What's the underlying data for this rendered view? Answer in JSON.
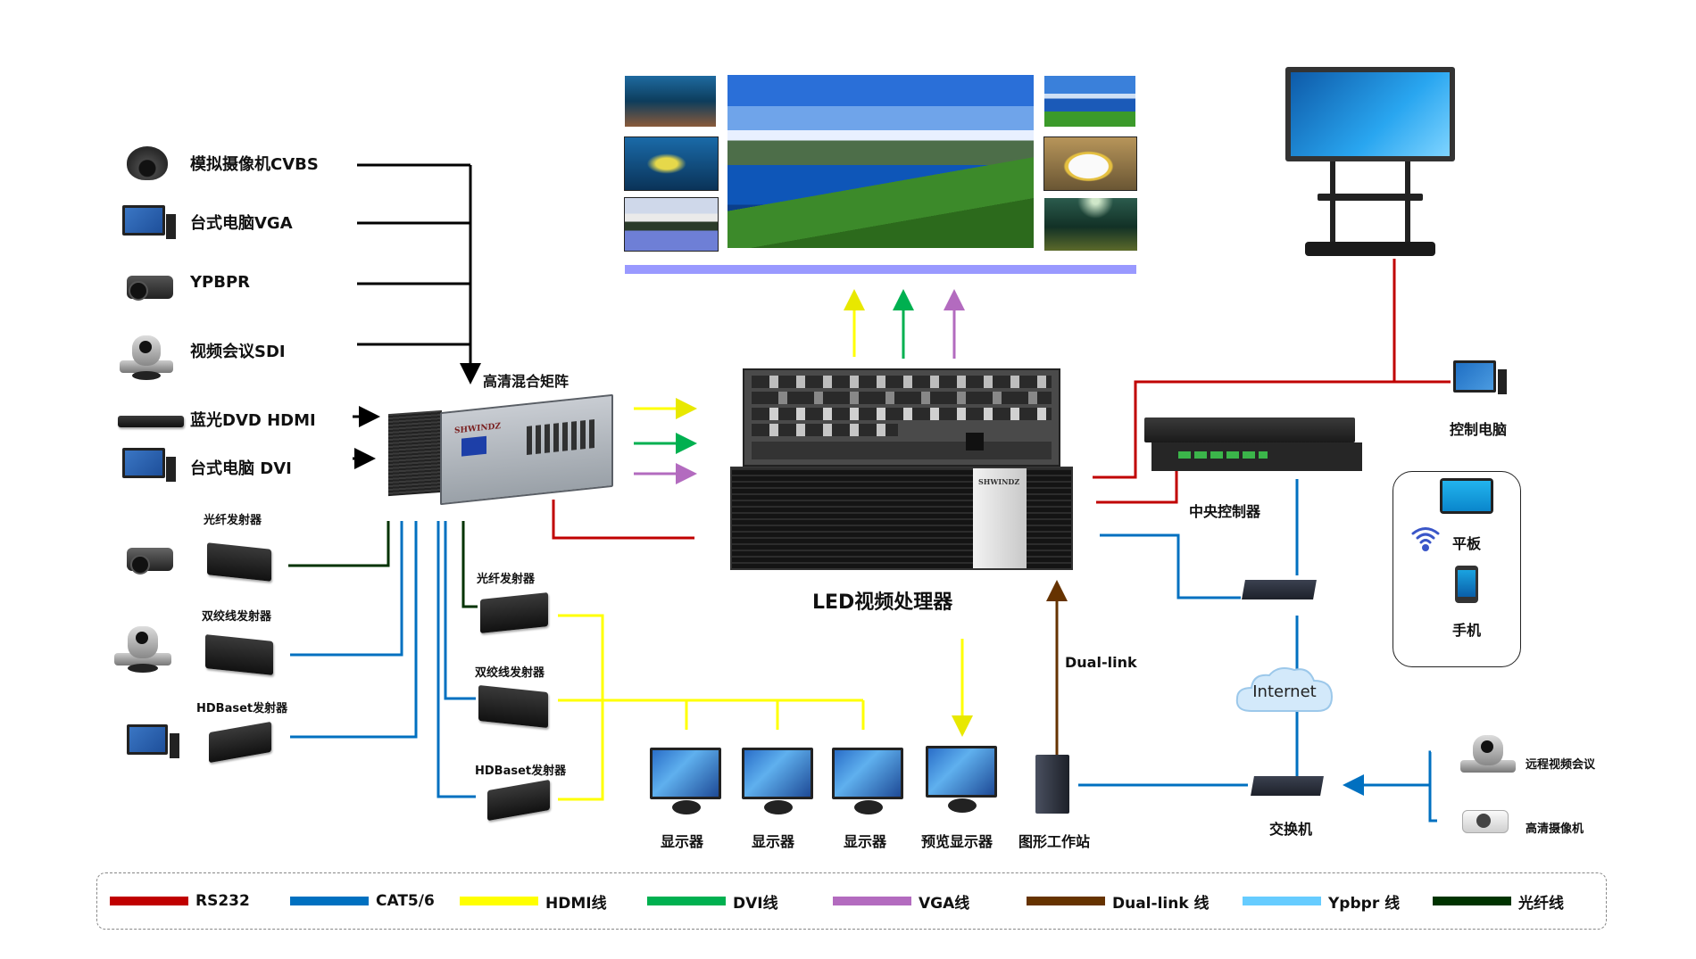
{
  "title": "LED视频处理器系统连接示意图",
  "colors": {
    "rs232": "#c00000",
    "cat": "#0070c0",
    "hdmi": "#ffff00",
    "dvi": "#00b050",
    "vga": "#b36bbf",
    "duallink": "#663300",
    "ypbpr": "#66ccff",
    "fiber": "#003300",
    "signal_black": "#000000",
    "wall_bar": "#9999ff"
  },
  "inputs": {
    "cvbs_camera": "模拟摄像机CVBS",
    "pc_vga": "台式电脑VGA",
    "ypbpr": "YPBPR",
    "sdi_conference": "视频会议SDI",
    "bluray_hdmi": "蓝光DVD HDMI",
    "pc_dvi": "台式电脑 DVI"
  },
  "matrix": {
    "label": "高清混合矩阵",
    "brand": "SHWINDZ"
  },
  "left_transmitters": [
    {
      "label": "光纤发射器",
      "source": "bullet-camera"
    },
    {
      "label": "双绞线发射器",
      "source": "ptz-camera"
    },
    {
      "label": "HDBaset发射器",
      "source": "desktop-pc"
    }
  ],
  "output_transmitters": [
    {
      "label": "光纤发射器"
    },
    {
      "label": "双绞线发射器"
    },
    {
      "label": "HDBaset发射器"
    }
  ],
  "processor": {
    "label": "LED视频处理器",
    "brand": "SHWINDZ"
  },
  "displays": [
    {
      "label": "显示器"
    },
    {
      "label": "显示器"
    },
    {
      "label": "显示器"
    },
    {
      "label": "预览显示器"
    }
  ],
  "workstation": {
    "label": "图形工作站",
    "link_label": "Dual-link"
  },
  "controller": {
    "label": "中央控制器"
  },
  "control_pc": {
    "label": "控制电脑"
  },
  "mobile": {
    "tablet": "平板",
    "phone": "手机"
  },
  "internet": {
    "label": "Internet"
  },
  "switch": {
    "label": "交换机"
  },
  "remote": {
    "conference": "远程视频会议",
    "hd_camera": "高清摄像机"
  },
  "legend": [
    {
      "label": "RS232",
      "color": "#c00000"
    },
    {
      "label": "CAT5/6",
      "color": "#0070c0"
    },
    {
      "label": "HDMI线",
      "color": "#ffff00"
    },
    {
      "label": "DVI线",
      "color": "#00b050"
    },
    {
      "label": "VGA线",
      "color": "#b36bbf"
    },
    {
      "label": "Dual-link 线",
      "color": "#663300"
    },
    {
      "label": "Ypbpr 线",
      "color": "#66ccff"
    },
    {
      "label": "光纤线",
      "color": "#003300"
    }
  ]
}
